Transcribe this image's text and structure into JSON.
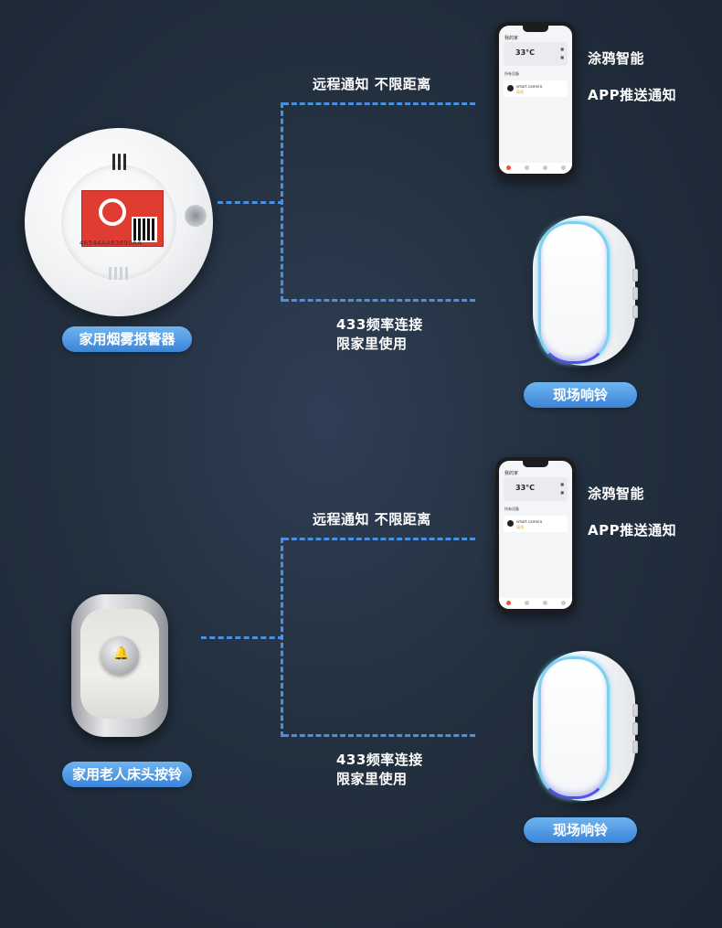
{
  "sections": [
    {
      "device_label": "家用烟雾报警器",
      "remote_caption": "远程通知 不限距离",
      "local_caption_line1": "433频率连接",
      "local_caption_line2": "限家里使用",
      "app_brand": "涂鸦智能",
      "app_push": "APP推送通知",
      "chime_label": "现场响铃",
      "detector_serial": "46544AA63690AA"
    },
    {
      "device_label": "家用老人床头按铃",
      "remote_caption": "远程通知 不限距离",
      "local_caption_line1": "433频率连接",
      "local_caption_line2": "限家里使用",
      "app_brand": "涂鸦智能",
      "app_push": "APP推送通知",
      "chime_label": "现场响铃"
    }
  ],
  "phone": {
    "header": "我的家",
    "temperature": "33°C",
    "section_title": "所有设备",
    "device_name": "smart camera",
    "device_status": "离线"
  },
  "colors": {
    "accent": "#4a90e0",
    "pill": "#3b84d8",
    "background": "#23303f"
  }
}
